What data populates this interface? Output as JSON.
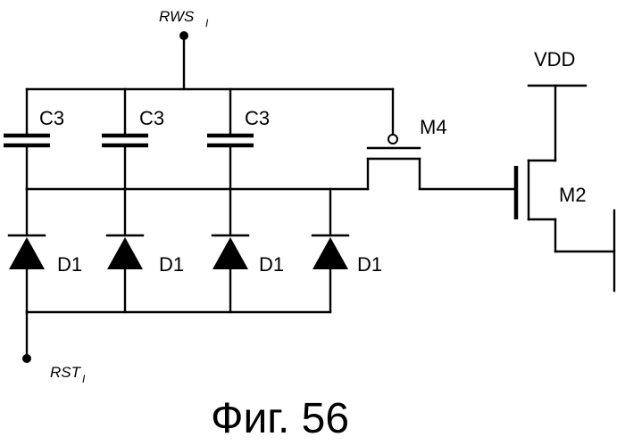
{
  "diagram": {
    "labels": {
      "rws": "RWS",
      "rws_sub": "I",
      "rst": "RST",
      "rst_sub": "I",
      "vdd": "VDD",
      "m4": "M4",
      "m2": "M2",
      "capacitors": [
        "C3",
        "C3",
        "C3"
      ],
      "diodes": [
        "D1",
        "D1",
        "D1",
        "D1"
      ]
    },
    "caption": "Фиг. 56"
  }
}
